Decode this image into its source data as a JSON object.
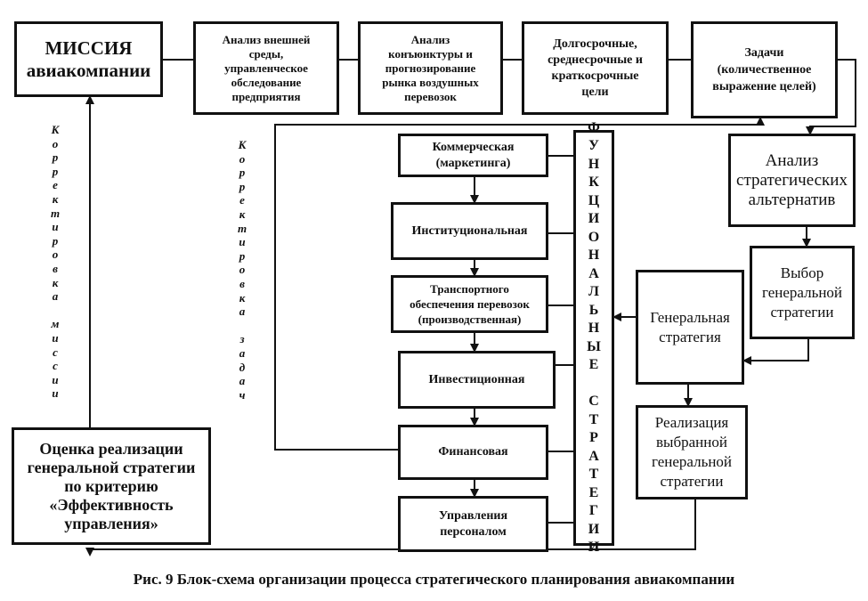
{
  "mission": "МИССИЯ\nавиакомпании",
  "environment_analysis": "Анализ внешней\nсреды,\nуправленческое\nобследование\nпредприятия",
  "market_analysis": "Анализ\nконъюнктуры и\nпрогнозирование\nрынка воздушных\nперевозок",
  "goals": "Долгосрочные,\nсреднесрочные и\nкраткосрочные\nцели",
  "tasks": "Задачи\n(количественное\nвыражение  целей)",
  "alternatives_analysis": "Анализ\nстратегических\nальтернатив",
  "general_strategy_choice": "Выбор\nгенеральной\nстратегии",
  "general_strategy": "Генеральная\nстратегия",
  "implementation": "Реализация\nвыбранной\nгенеральной\nстратегии",
  "evaluation": "Оценка реализации\nгенеральной стратегии\nпо критерию\n«Эффективность\nуправления»",
  "functional_strategies_label": "Ф\nУ\nН\nК\nЦ\nИ\nО\nН\nА\nЛ\nЬ\nН\nЫ\nЕ\n\nС\nТ\nР\nА\nТ\nЕ\nГ\nИ\nИ",
  "functional_strategies": [
    "Коммерческая\n(маркетинга)",
    "Институциональная",
    "Транспортного\nобеспечения перевозок\n(производственная)",
    "Инвестиционная",
    "Финансовая",
    "Управления\nперсоналом"
  ],
  "mission_correction": "К\nо\nр\nр\nе\nк\nт\nи\nр\nо\nв\nк\nа\n\nм\nи\nс\nс\nи\nи",
  "tasks_correction": "К\nо\nр\nр\nе\nк\nт\nи\nр\nо\nв\nк\nа\n\nз\nа\nд\nа\nч",
  "caption": "Рис. 9  Блок-схема организации процесса стратегического планирования авиакомпании"
}
